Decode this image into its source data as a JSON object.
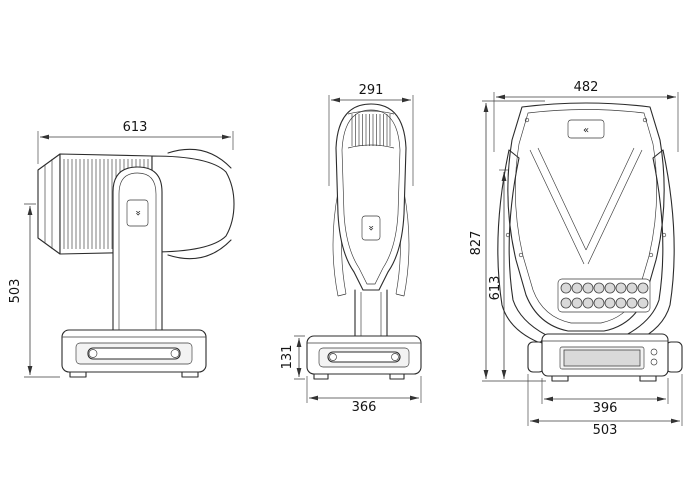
{
  "drawing": {
    "views": {
      "side": {
        "dims": {
          "length": "613",
          "height": "503"
        }
      },
      "front_narrow": {
        "dims": {
          "head_width": "291",
          "base_height": "131",
          "base_width": "366"
        }
      },
      "front": {
        "dims": {
          "overall_width": "482",
          "overall_height": "827",
          "body_height": "613",
          "base_width": "396",
          "base_outer_width": "503"
        }
      }
    }
  },
  "icons": {
    "brand_logo": "«"
  }
}
